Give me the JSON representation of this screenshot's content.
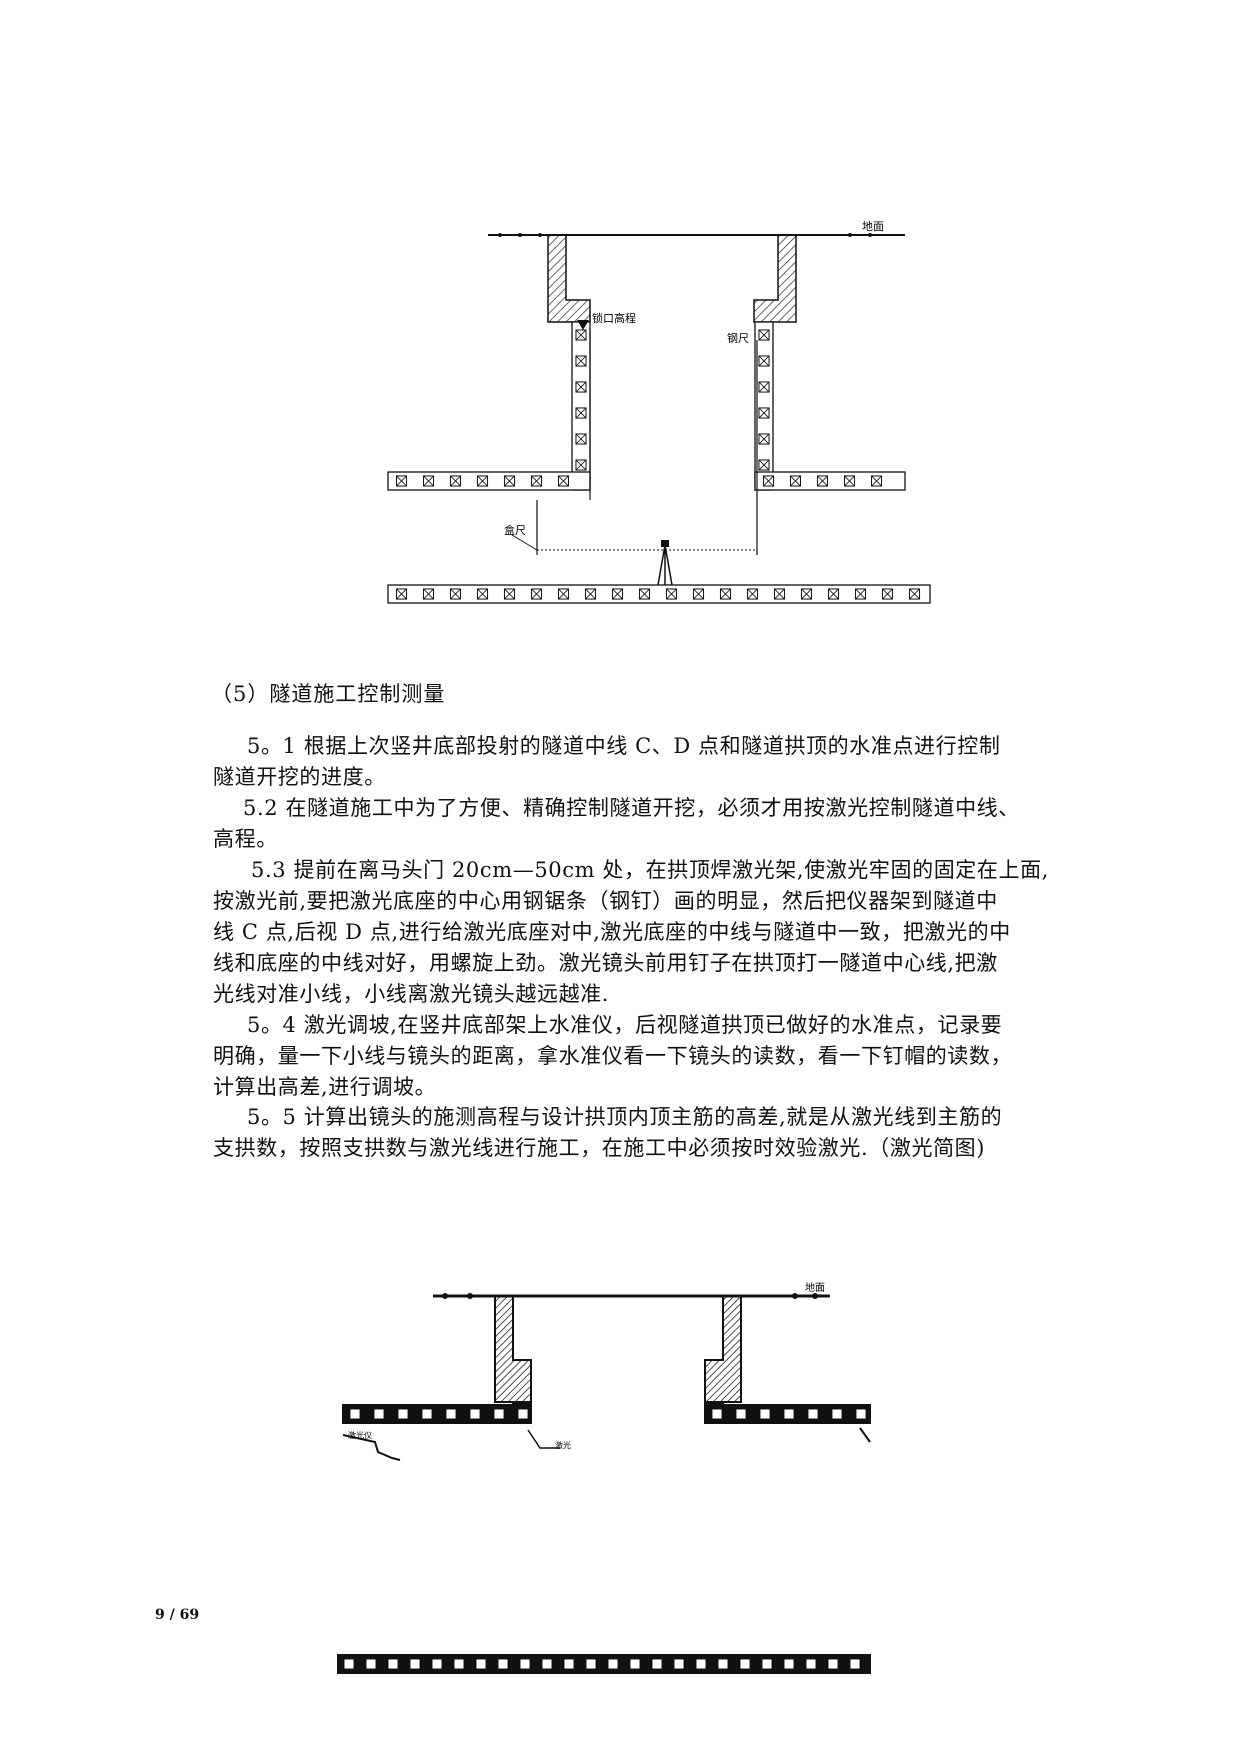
{
  "figure1": {
    "labels": {
      "ground": "地面",
      "lock_elevation": "锁口高程",
      "steel_ruler_top": "钢尺",
      "steel_ruler_bottom": "盒尺"
    }
  },
  "section_heading": "（5）隧道施工控制测量",
  "paragraphs": [
    {
      "lines": [
        "5。1 根据上次竖井底部投射的隧道中线 C、D 点和隧道拱顶的水准点进行控制",
        "隧道开挖的进度。"
      ]
    },
    {
      "lines": [
        "5.2 在隧道施工中为了方便、精确控制隧道开挖，必须才用按激光控制隧道中线、",
        "高程。"
      ]
    },
    {
      "lines": [
        "5.3 提前在离马头门 20cm—50cm 处，在拱顶焊激光架,使激光牢固的固定在上面,",
        "按激光前,要把激光底座的中心用钢锯条（钢钉）画的明显，然后把仪器架到隧道中",
        "线 C 点,后视 D 点,进行给激光底座对中,激光底座的中线与隧道中一致，把激光的中",
        "线和底座的中线对好，用螺旋上劲。激光镜头前用钉子在拱顶打一隧道中心线,把激",
        "光线对准小线，小线离激光镜头越远越准."
      ]
    },
    {
      "lines": [
        "5。4 激光调坡,在竖井底部架上水准仪，后视隧道拱顶已做好的水准点，记录要",
        "明确，量一下小线与镜头的距离，拿水准仪看一下镜头的读数，看一下钉帽的读数，",
        "计算出高差,进行调坡。"
      ]
    },
    {
      "lines": [
        "5。5 计算出镜头的施测高程与设计拱顶内顶主筋的高差,就是从激光线到主筋的",
        "支拱数，按照支拱数与激光线进行施工，在施工中必须按时效验激光.（激光简图)"
      ]
    }
  ],
  "figure2": {
    "labels": {
      "ground": "地面",
      "left_label": "激光仪",
      "mid_label": "激光"
    }
  },
  "page_number": "9 / 69"
}
